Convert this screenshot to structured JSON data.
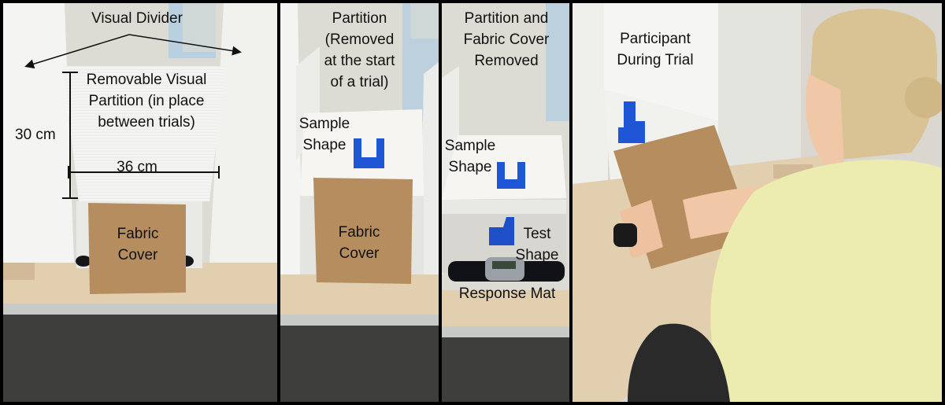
{
  "panels": [
    {
      "labels": {
        "visual_divider": "Visual Divider",
        "partition": "Removable Visual\nPartition (in place\nbetween trials)",
        "height": "30 cm",
        "width": "36 cm",
        "cover": "Fabric\nCover"
      }
    },
    {
      "labels": {
        "partition": "Partition\n(Removed\nat the start\nof a trial)",
        "sample": "Sample\nShape",
        "cover": "Fabric\nCover"
      }
    },
    {
      "labels": {
        "removed": "Partition and\nFabric Cover\nRemoved",
        "sample": "Sample\nShape",
        "test": "Test\nShape",
        "mat": "Response Mat"
      }
    },
    {
      "labels": {
        "participant": "Participant\nDuring Trial"
      }
    }
  ],
  "colors": {
    "wall": "#dcdcd4",
    "board": "#f4f4f2",
    "desk": "#e2cfb0",
    "carpet": "#3e3f3d",
    "paper_bag": "#b58d5e",
    "block_blue": "#1f56d6",
    "shirt": "#ecebb0",
    "hair": "#d9c394"
  }
}
